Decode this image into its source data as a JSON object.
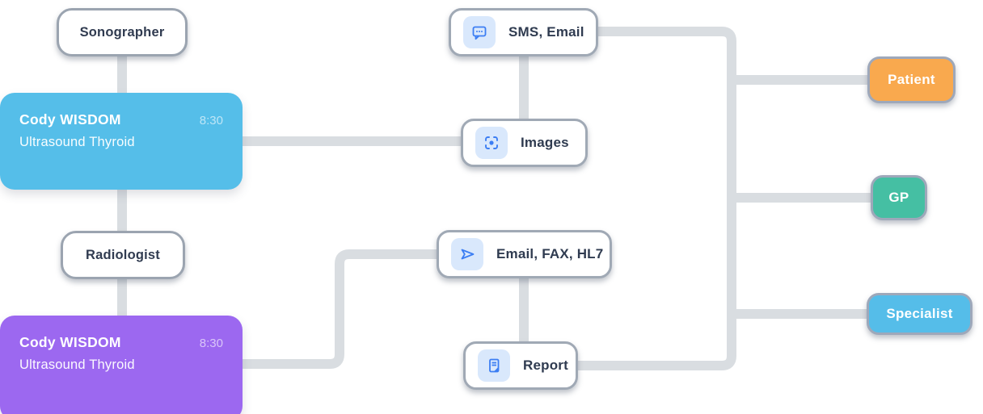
{
  "diagram": {
    "actors": {
      "sonographer": {
        "label": "Sonographer"
      },
      "radiologist": {
        "label": "Radiologist"
      }
    },
    "exams": {
      "sonographer_exam": {
        "patient_name": "Cody WISDOM",
        "time": "8:30",
        "study": "Ultrasound Thyroid",
        "color": "#55BEE9"
      },
      "radiologist_exam": {
        "patient_name": "Cody WISDOM",
        "time": "8:30",
        "study": "Ultrasound Thyroid",
        "color": "#9C68F0"
      }
    },
    "channels": {
      "sms_email": {
        "label": "SMS, Email",
        "icon": "chat-bubble-icon"
      },
      "images": {
        "label": "Images",
        "icon": "scan-focus-icon"
      },
      "email_fax_hl7": {
        "label": "Email, FAX, HL7",
        "icon": "send-icon"
      },
      "report": {
        "label": "Report",
        "icon": "report-document-icon"
      }
    },
    "recipients": {
      "patient": {
        "label": "Patient",
        "color": "#F9A94E"
      },
      "gp": {
        "label": "GP",
        "color": "#45BFA3"
      },
      "specialist": {
        "label": "Specialist",
        "color": "#55BDE9"
      }
    },
    "colors": {
      "connector": "#D9DDE1",
      "icon_accent": "#3C7EF3",
      "icon_chip_background": "#D9E8FC",
      "dark_text": "#2F3B50",
      "node_border": "#9EA8BA"
    }
  }
}
